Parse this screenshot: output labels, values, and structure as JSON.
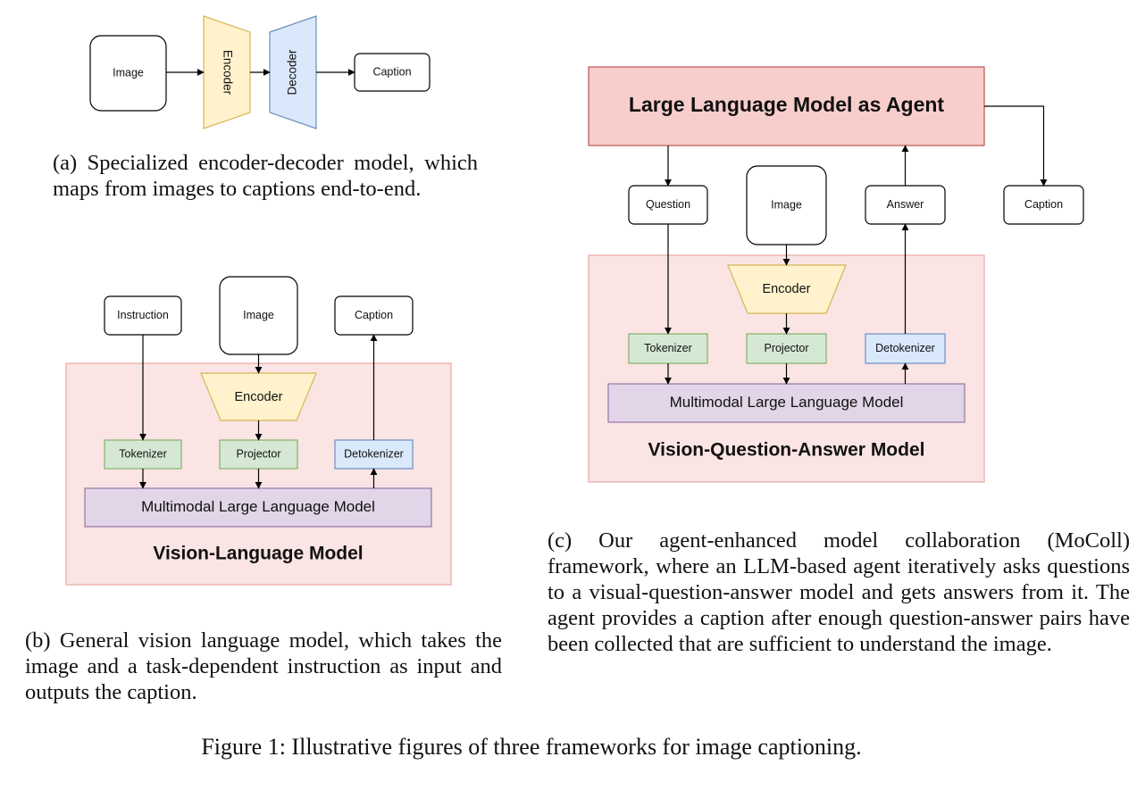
{
  "panel_a": {
    "image": "Image",
    "encoder": "Encoder",
    "decoder": "Decoder",
    "caption": "Caption",
    "caption_text": "(a) Specialized encoder-decoder model, which maps from images to captions end-to-end."
  },
  "panel_b": {
    "instruction": "Instruction",
    "image": "Image",
    "caption": "Caption",
    "encoder": "Encoder",
    "tokenizer": "Tokenizer",
    "projector": "Projector",
    "detokenizer": "Detokenizer",
    "mllm": "Multimodal Large Language Model",
    "container_title": "Vision-Language Model",
    "caption_text": "(b) General vision language model, which takes the image and a task-dependent instruction as input and outputs the caption."
  },
  "panel_c": {
    "agent": "Large Language Model as Agent",
    "question": "Question",
    "image": "Image",
    "answer": "Answer",
    "caption": "Caption",
    "encoder": "Encoder",
    "tokenizer": "Tokenizer",
    "projector": "Projector",
    "detokenizer": "Detokenizer",
    "mllm": "Multimodal Large Language Model",
    "container_title": "Vision-Question-Answer Model",
    "caption_text": "(c) Our agent-enhanced model collaboration (MoColl) framework, where an LLM-based agent iteratively asks questions to a visual-question-answer model and gets answers from it. The agent provides a caption after enough question-answer pairs have been collected that are sufficient to understand the image."
  },
  "figure_caption": "Figure 1: Illustrative figures of three frameworks for image captioning.",
  "colors": {
    "encoder_fill": "#fff2cc",
    "encoder_stroke": "#d6b656",
    "decoder_fill": "#dae8fc",
    "decoder_stroke": "#6c8ebf",
    "tokenizer_fill": "#d5e8d4",
    "tokenizer_stroke": "#82b366",
    "mllm_fill": "#e1d5e7",
    "mllm_stroke": "#9673a6",
    "container_fill": "#fbe4e4",
    "container_stroke": "#e8a9a6",
    "agent_fill": "#f8cecc",
    "agent_stroke": "#b85450",
    "title_text": "#5a4646"
  }
}
